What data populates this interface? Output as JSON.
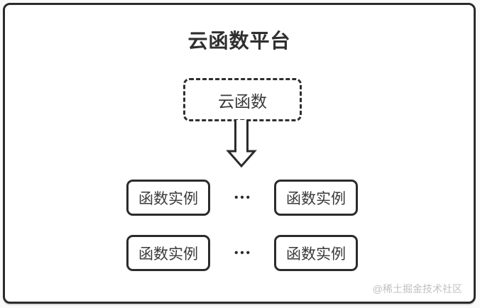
{
  "diagram": {
    "title": "云函数平台",
    "cloud_function_node": {
      "label": "云函数"
    },
    "instance_rows": [
      {
        "left_label": "函数实例",
        "ellipsis": "•••",
        "right_label": "函数实例"
      },
      {
        "left_label": "函数实例",
        "ellipsis": "•••",
        "right_label": "函数实例"
      }
    ],
    "icons": {
      "down_arrow": "down-arrow"
    },
    "watermark": "@稀土掘金技术社区",
    "colors": {
      "stroke": "#2b2b2b",
      "text": "#3a3a3a",
      "title_text": "#2f2f2f",
      "watermark_text": "#c0c0c0",
      "panel_background": "#ffffff"
    }
  }
}
